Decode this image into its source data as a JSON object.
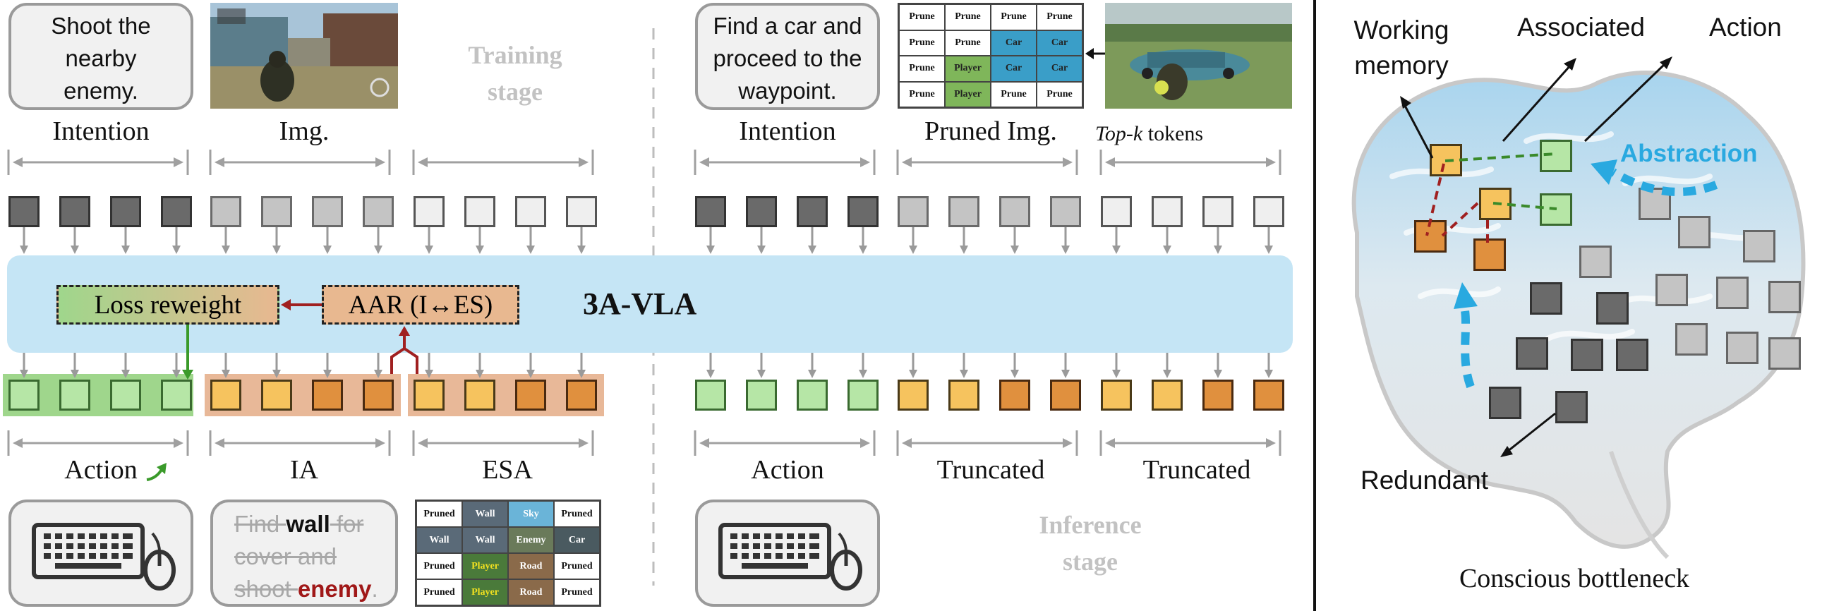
{
  "training": {
    "intention_text": "Shoot the nearby enemy.",
    "stage_label": [
      "Training",
      "stage"
    ],
    "label_intention": "Intention",
    "label_img": "Img.",
    "label_action": "Action",
    "label_ia": "IA",
    "label_esa": "ESA",
    "ia_text": {
      "struck1": "Find ",
      "bold1": "wall",
      "struck2": " for cover and shoot ",
      "bold2": "enemy",
      "end": "."
    },
    "esa_grid": [
      "Pruned",
      "Wall",
      "Sky",
      "Pruned",
      "Wall",
      "Wall",
      "Enemy",
      "Car",
      "Pruned",
      "Player",
      "Road",
      "Pruned",
      "Pruned",
      "Player",
      "Road",
      "Pruned"
    ]
  },
  "inference": {
    "intention_text": "Find a car and proceed to the waypoint.",
    "stage_label": [
      "Inference",
      "stage"
    ],
    "label_intention": "Intention",
    "label_pruned": "Pruned Img.",
    "topk_italic": "Top-k",
    "topk_rest": " tokens",
    "label_action": "Action",
    "label_trunc1": "Truncated",
    "label_trunc2": "Truncated",
    "pruned_grid": [
      "Prune",
      "Prune",
      "Prune",
      "Prune",
      "Prune",
      "Prune",
      "Car",
      "Car",
      "Prune",
      "Player",
      "Car",
      "Car",
      "Prune",
      "Player",
      "Prune",
      "Prune"
    ]
  },
  "model": {
    "name": "3A-VLA",
    "loss_reweight": "Loss reweight",
    "aar": "AAR (I↔ES)"
  },
  "brain": {
    "working_memory": [
      "Working",
      "memory"
    ],
    "associated": "Associated",
    "action": "Action",
    "abstraction": "Abstraction",
    "redundant": "Redundant",
    "caption": "Conscious bottleneck"
  },
  "colors": {
    "vla_bar": "#c5e5f5",
    "green_band": "#9fd68c",
    "orange_band": "#e8b898",
    "abstraction": "#29a9e0",
    "arrow_red": "#a02020",
    "arrow_green": "#3a9a2a"
  }
}
